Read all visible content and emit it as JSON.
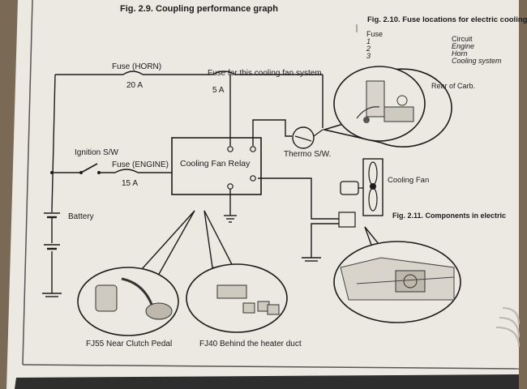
{
  "captions": {
    "fig_2_9": "Fig. 2.9. Coupling performance graph",
    "fig_2_10": "Fig. 2.10. Fuse locations for electric cooling",
    "fig_2_11": "Fig. 2.11. Components in electric"
  },
  "fuse_table": {
    "header_fuse": "Fuse",
    "header_circuit": "Circuit",
    "rows": [
      {
        "fuse": "1",
        "circuit": "Engine"
      },
      {
        "fuse": "2",
        "circuit": "Horn"
      },
      {
        "fuse": "3",
        "circuit": "Cooling system"
      }
    ]
  },
  "labels": {
    "fuse_horn": "Fuse (HORN)",
    "fuse_horn_rating": "20 A",
    "fuse_fan": "Fuse for this cooling fan system",
    "fuse_fan_rating": "5 A",
    "rear_of_carb": "Rear of Carb.",
    "thermo_sw": "Thermo S/W.",
    "ignition_sw": "Ignition S/W",
    "fuse_engine": "Fuse (ENGINE)",
    "fuse_engine_rating": "15 A",
    "relay": "Cooling Fan Relay",
    "cooling_fan": "Cooling Fan",
    "battery": "Battery",
    "fj55": "FJ55 Near Clutch Pedal",
    "fj40": "FJ40 Behind the heater duct"
  },
  "colors": {
    "paper": "#ece9e2",
    "ink": "#1b1b1b",
    "background": "#7a6a55"
  }
}
